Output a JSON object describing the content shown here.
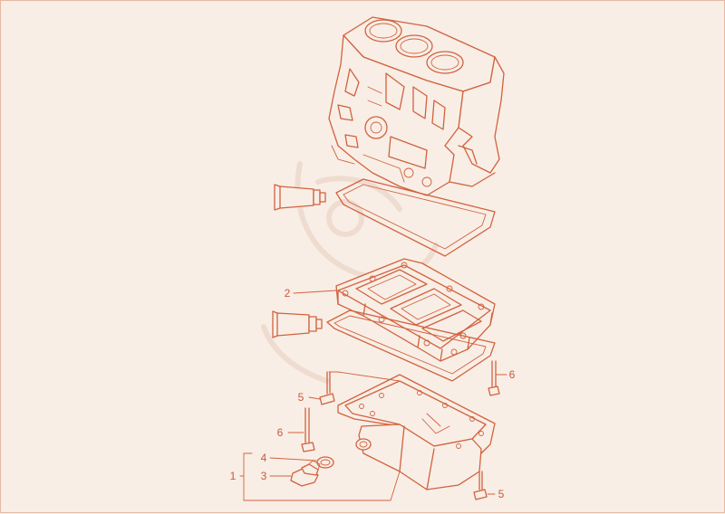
{
  "colors": {
    "line": "#d2623d",
    "background": "#f8eee6",
    "watermark": "#efdcd0"
  },
  "callouts": {
    "c1": "1",
    "c2": "2",
    "c3": "3",
    "c4": "4",
    "c5_upper": "5",
    "c5_lower": "5",
    "c6_left": "6",
    "c6_right": "6"
  }
}
